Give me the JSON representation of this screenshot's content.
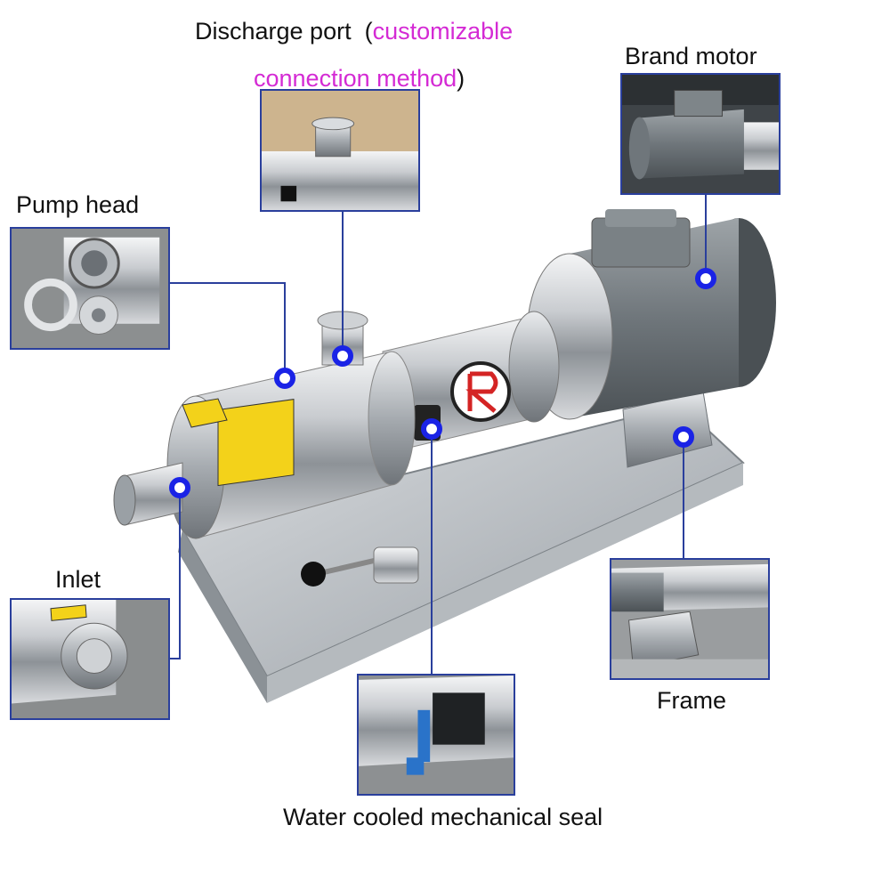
{
  "labels": {
    "discharge_port": "Discharge port",
    "discharge_note_open": "(",
    "discharge_note_part1": "customizable",
    "discharge_note_part2": "connection method",
    "discharge_note_close": ")",
    "brand_motor": "Brand motor",
    "pump_head": "Pump head",
    "inlet": "Inlet",
    "frame": "Frame",
    "water_cooled_seal": "Water cooled mechanical seal"
  },
  "colors": {
    "accent_magenta": "#d42ad4",
    "connector_blue": "#2a3f9c",
    "dot_blue": "#1a23e6"
  }
}
